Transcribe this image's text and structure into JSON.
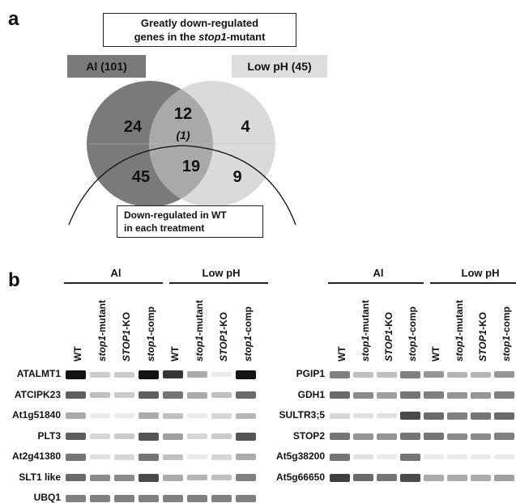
{
  "panel_a": {
    "letter": "a",
    "title_line1": "Greatly down-regulated",
    "title_line2_pre": "genes in the ",
    "title_line2_em": "stop1",
    "title_line2_post": "-mutant",
    "al_tag": "Al (101)",
    "lowph_tag": "Low pH (45)",
    "counts": {
      "al_only": "24",
      "al_lowph": "12",
      "al_lowph_sub": "(1)",
      "lowph_only": "4",
      "al_wt": "45",
      "all_three": "19",
      "lowph_wt": "9"
    },
    "wt_line1": "Down-regulated in WT",
    "wt_line2": "in each treatment",
    "colors": {
      "al_circle": "#7a7a7a",
      "lowph_circle": "#dadada",
      "overlap": "#a9a9a9"
    }
  },
  "panel_b": {
    "letter": "b",
    "group_al": "Al",
    "group_lowph": "Low pH",
    "columns": [
      {
        "pre": "",
        "em": "",
        "post": "WT"
      },
      {
        "pre": "",
        "em": "stop1",
        "post": "-mutant"
      },
      {
        "pre": "",
        "em": "STOP1",
        "post": "-KO"
      },
      {
        "pre": "",
        "em": "stop1",
        "post": "-comp"
      }
    ],
    "left_rows": [
      "ATALMT1",
      "ATCIPK23",
      "At1g51840",
      "PLT3",
      "At2g41380",
      "SLT1 like",
      "UBQ1"
    ],
    "right_rows": [
      "PGIP1",
      "GDH1",
      "SULTR3;5",
      "STOP2",
      "At5g38200",
      "At5g66650"
    ],
    "left_intensity": [
      [
        1.0,
        0.15,
        0.15,
        1.0,
        0.85,
        0.3,
        0.0,
        1.0
      ],
      [
        0.65,
        0.2,
        0.15,
        0.65,
        0.55,
        0.3,
        0.2,
        0.6
      ],
      [
        0.3,
        0.0,
        0.0,
        0.3,
        0.2,
        0.0,
        0.1,
        0.25
      ],
      [
        0.65,
        0.1,
        0.15,
        0.7,
        0.35,
        0.1,
        0.15,
        0.7
      ],
      [
        0.55,
        0.05,
        0.1,
        0.55,
        0.2,
        0.0,
        0.1,
        0.3
      ],
      [
        0.6,
        0.45,
        0.45,
        0.75,
        0.3,
        0.25,
        0.2,
        0.5
      ],
      [
        0.5,
        0.5,
        0.5,
        0.5,
        0.5,
        0.5,
        0.5,
        0.5
      ]
    ],
    "right_intensity": [
      [
        0.5,
        0.2,
        0.2,
        0.5,
        0.4,
        0.25,
        0.25,
        0.4
      ],
      [
        0.6,
        0.45,
        0.35,
        0.55,
        0.5,
        0.4,
        0.4,
        0.5
      ],
      [
        0.1,
        0.05,
        0.05,
        0.75,
        0.6,
        0.5,
        0.55,
        0.6
      ],
      [
        0.55,
        0.4,
        0.4,
        0.55,
        0.55,
        0.45,
        0.45,
        0.5
      ],
      [
        0.55,
        0.05,
        0.0,
        0.55,
        0.0,
        0.0,
        0.0,
        0.0
      ],
      [
        0.8,
        0.6,
        0.55,
        0.75,
        0.3,
        0.3,
        0.3,
        0.35
      ]
    ]
  }
}
